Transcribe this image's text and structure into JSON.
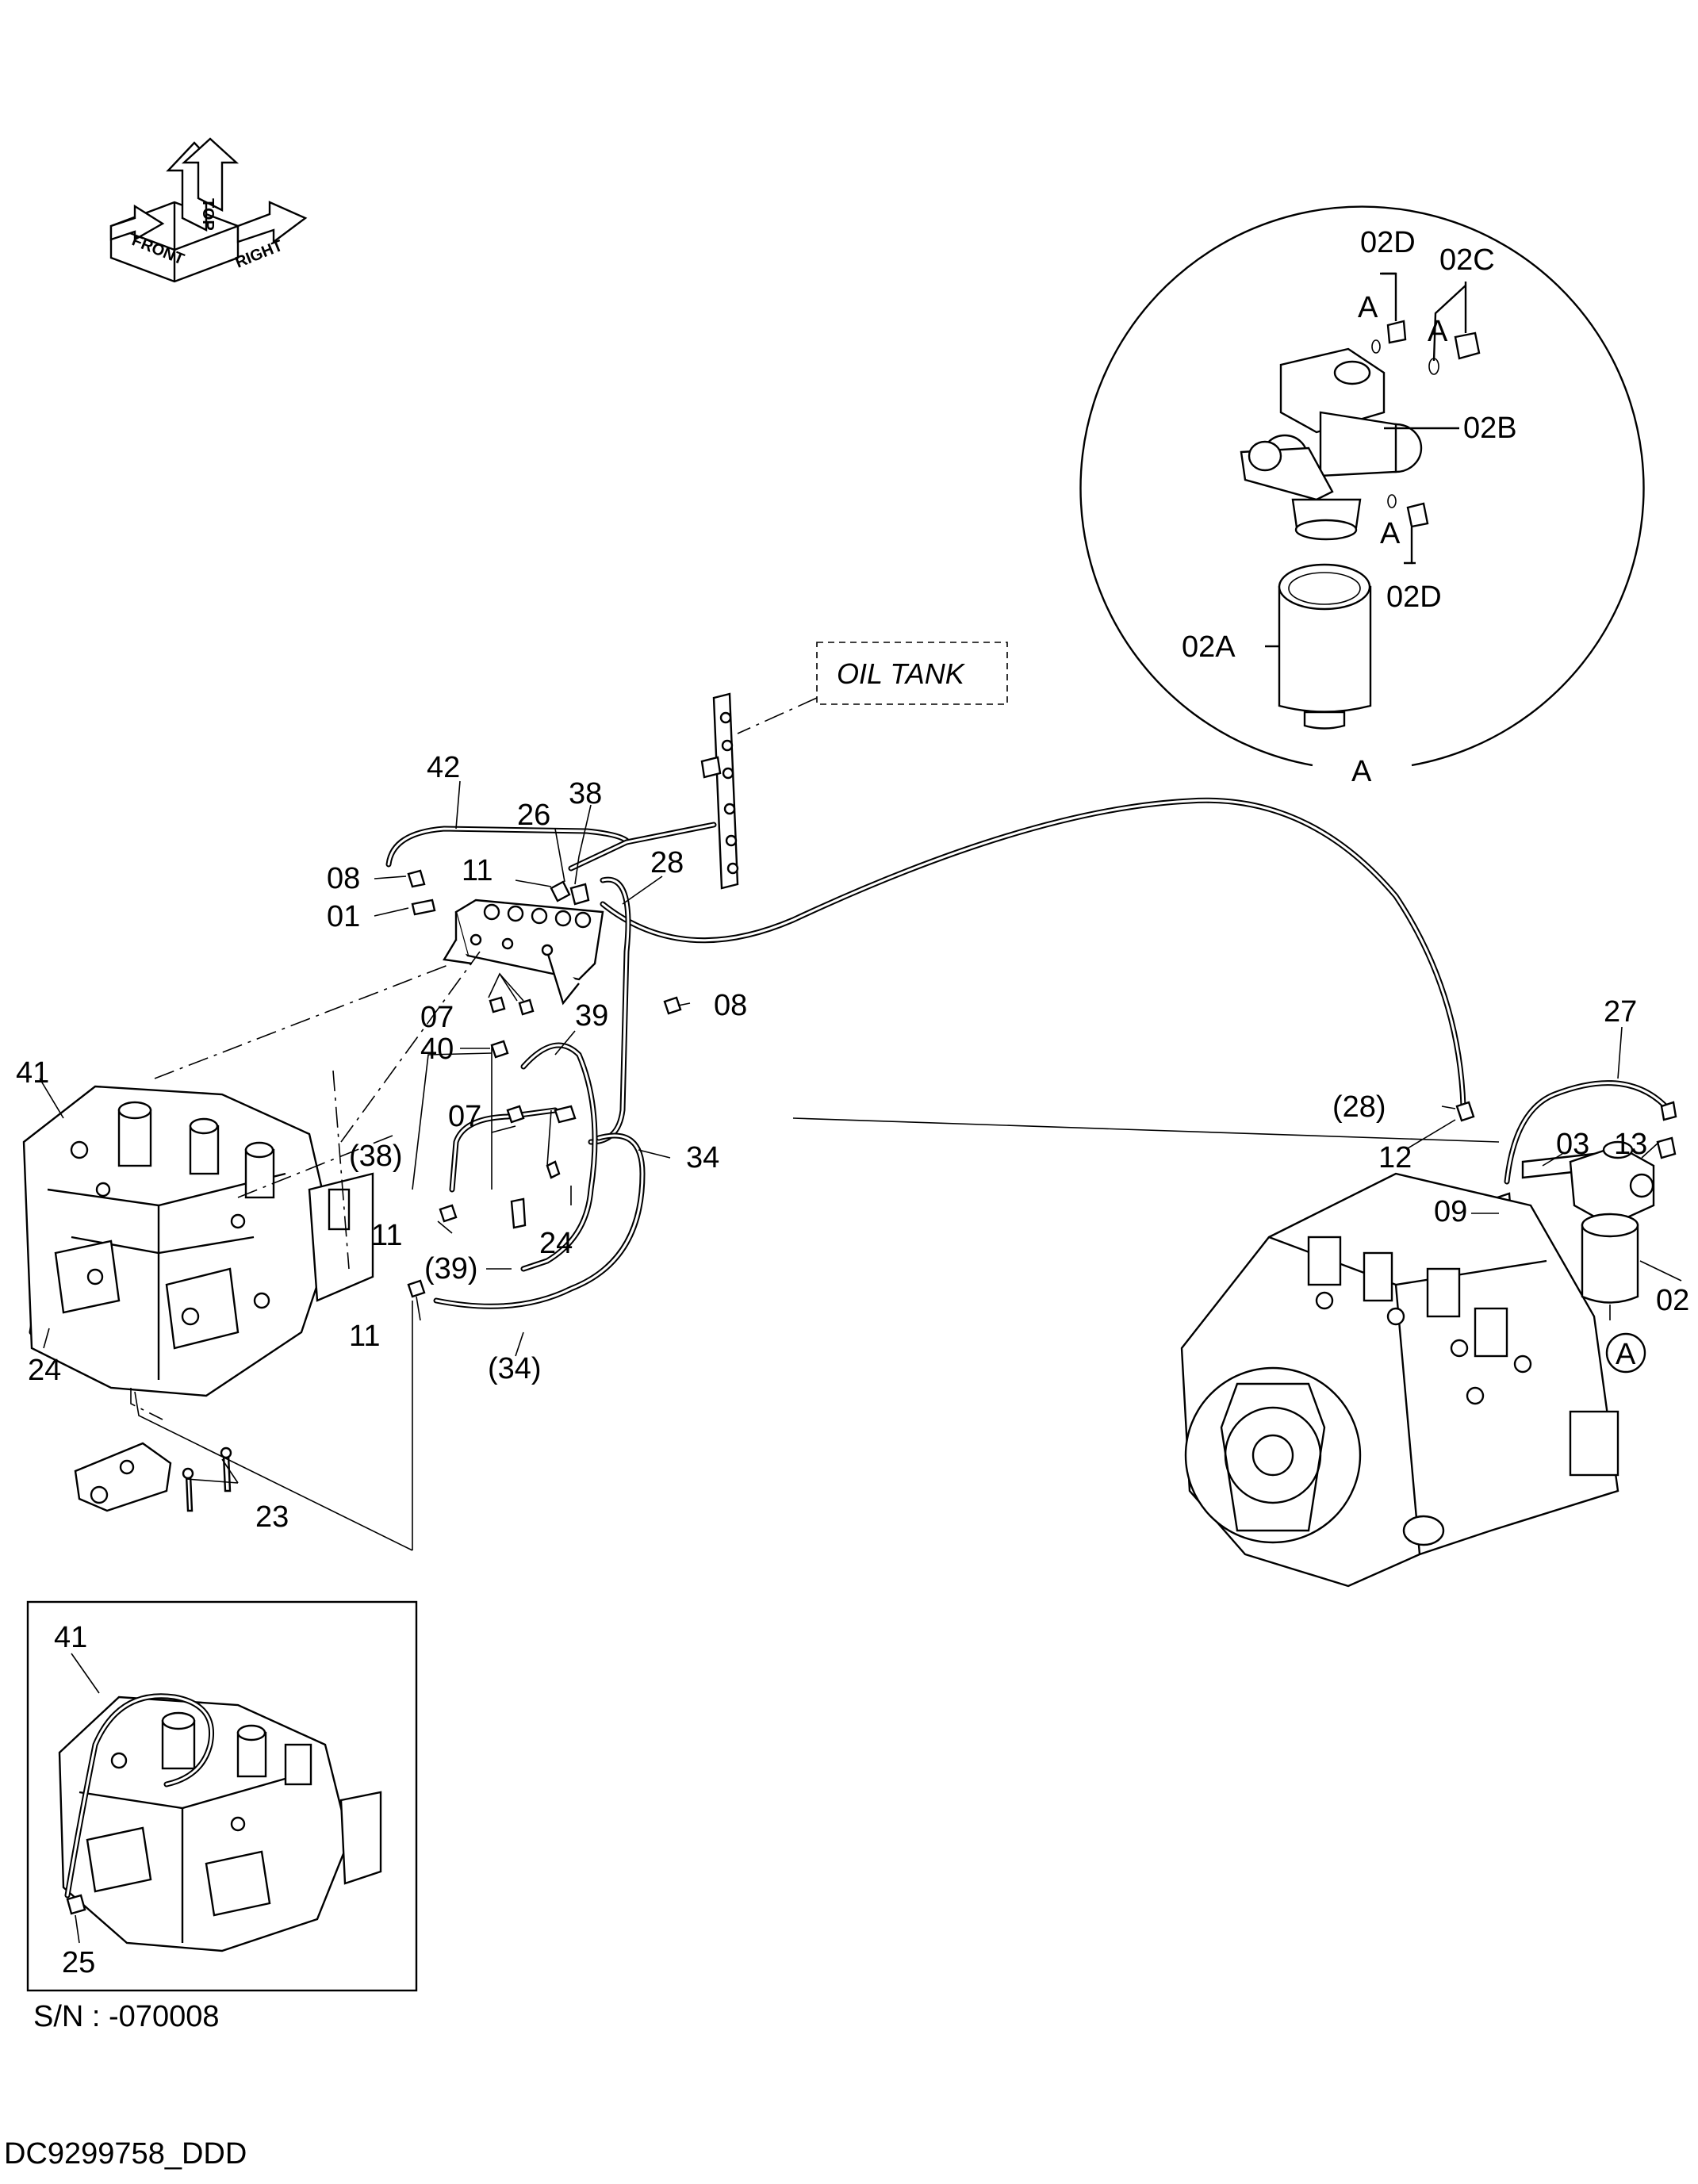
{
  "direction_arrows": {
    "top": "TOP",
    "front": "FRONT",
    "right": "RIGHT"
  },
  "oil_tank_label": "OIL TANK",
  "detail_view": {
    "callout": "A",
    "labels": [
      "02D",
      "02C",
      "02B",
      "02D",
      "02A"
    ],
    "section_marks": [
      "A",
      "A",
      "A"
    ]
  },
  "callouts": {
    "c42": "42",
    "c38": "38",
    "c26": "26",
    "c28": "28",
    "c11a": "11",
    "c08a": "08",
    "c01": "01",
    "c08b": "08",
    "c07a": "07",
    "c39": "39",
    "c40": "40",
    "c41": "41",
    "c07b": "07",
    "c38p": "(38)",
    "c34": "34",
    "c11b": "11",
    "c24a": "24",
    "c39p": "(39)",
    "c11c": "11",
    "c34p": "(34)",
    "c24b": "24",
    "c23": "23",
    "c27": "27",
    "c28p": "(28)",
    "c03": "03",
    "c13": "13",
    "c12": "12",
    "c09": "09",
    "c02": "02",
    "cA": "A"
  },
  "inset": {
    "c41": "41",
    "c25": "25",
    "serial": "S/N : -070008"
  },
  "footer_id": "DC9299758_DDD"
}
